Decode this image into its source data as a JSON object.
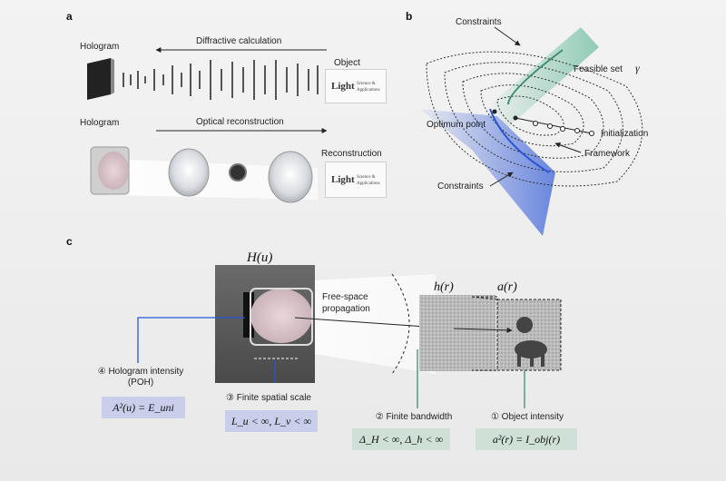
{
  "panels": {
    "a": "a",
    "b": "b",
    "c": "c"
  },
  "panel_a": {
    "hologram_top": "Hologram",
    "diffractive_calc": "Diffractive calculation",
    "object": "Object",
    "hologram_bottom": "Hologram",
    "optical_recon": "Optical reconstruction",
    "reconstruction": "Reconstruction",
    "logo_main": "Light",
    "logo_sub1": "Science &",
    "logo_sub2": "Applications"
  },
  "panel_b": {
    "constraints_top": "Constraints",
    "feasible_set": "Feasible set",
    "gamma": "γ",
    "optimum_point": "Optimum point",
    "initialization": "Initialization",
    "framework": "Framework",
    "constraints_bottom": "Constraints"
  },
  "panel_c": {
    "H_u": "H(u)",
    "h_r": "h(r)",
    "a_r": "a(r)",
    "free_space": "Free-space",
    "propagation": "propagation",
    "c4_label": "④ Hologram intensity",
    "c4_sub": "(POH)",
    "c4_eq": "A²(u) = E_uni",
    "c3_label": "③ Finite spatial scale",
    "c3_eq": "L_u < ∞, L_v < ∞",
    "c2_label": "② Finite bandwidth",
    "c2_eq": "Δ_H < ∞, Δ_h < ∞",
    "c1_label": "① Object intensity",
    "c1_eq": "a²(r) = I_obj(r)"
  },
  "colors": {
    "blue": "#2a55d6",
    "green": "#3f8f6c",
    "teal": "#5ab39a"
  }
}
